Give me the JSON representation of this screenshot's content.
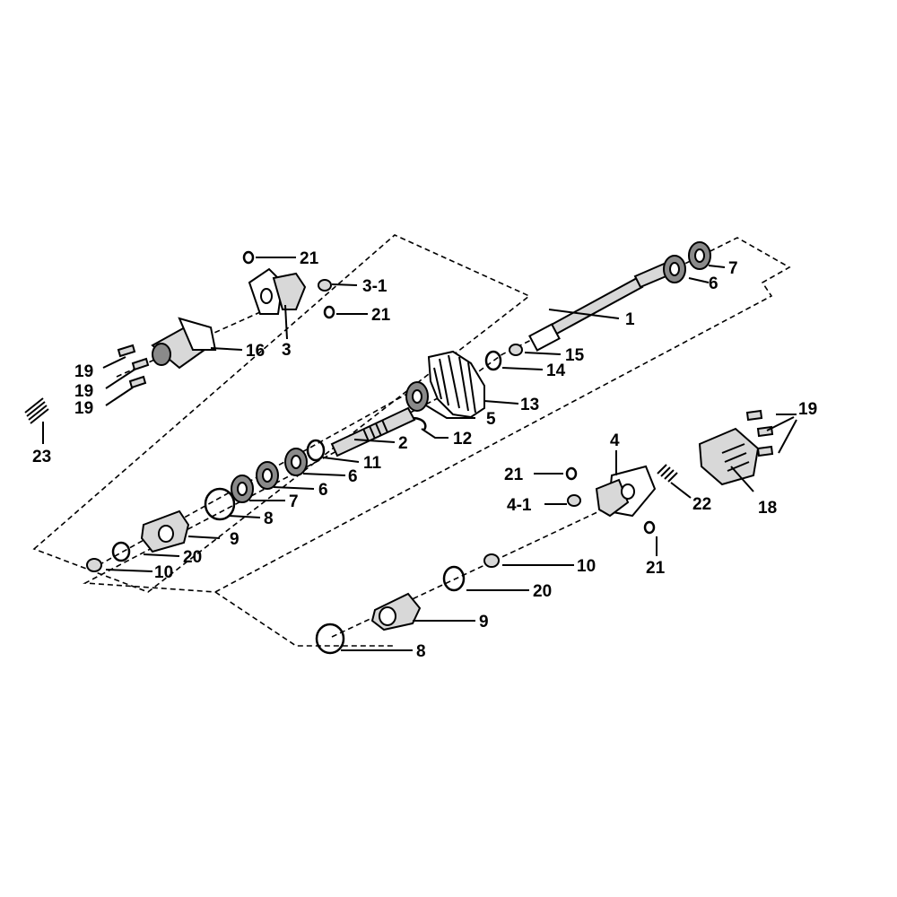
{
  "callouts": {
    "c1": "1",
    "c2": "2",
    "c3": "3",
    "c3_1": "3-1",
    "c4": "4",
    "c4_1": "4-1",
    "c5": "5",
    "c6a": "6",
    "c6b": "6",
    "c6c": "6",
    "c7a": "7",
    "c7b": "7",
    "c8a": "8",
    "c8b": "8",
    "c9a": "9",
    "c9b": "9",
    "c10a": "10",
    "c10b": "10",
    "c11": "11",
    "c12": "12",
    "c13": "13",
    "c14": "14",
    "c15": "15",
    "c16": "16",
    "c18": "18",
    "c19a": "19",
    "c19b": "19",
    "c19c": "19",
    "c19d": "19",
    "c20a": "20",
    "c20b": "20",
    "c21a": "21",
    "c21b": "21",
    "c21c": "21",
    "c21d": "21",
    "c22": "22",
    "c23": "23"
  }
}
